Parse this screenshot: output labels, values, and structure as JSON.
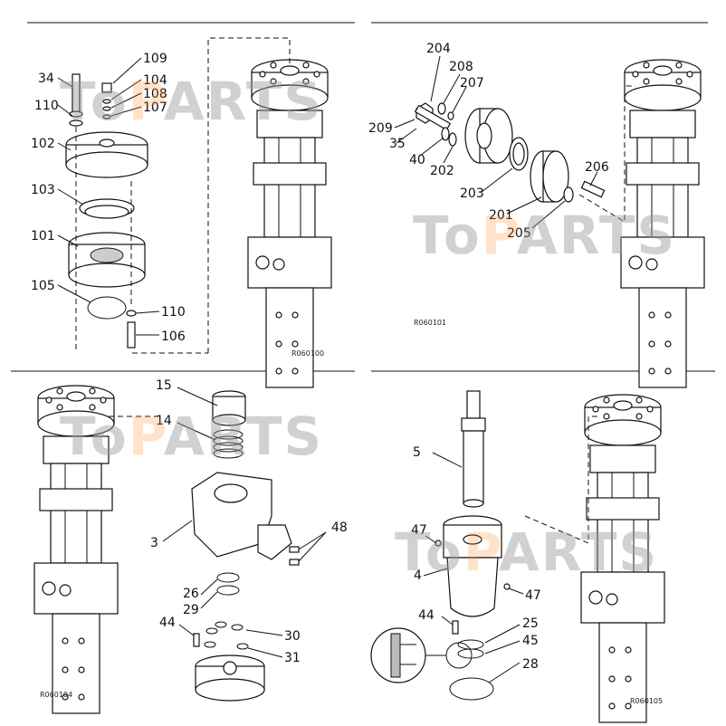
{
  "watermark": {
    "text_left": "To",
    "text_mid": "P",
    "text_right": "ARTS"
  },
  "panels": [
    {
      "id": "tl",
      "ref_code": "R060100",
      "labels": [
        "34",
        "110",
        "102",
        "103",
        "101",
        "105",
        "109",
        "104",
        "108",
        "107",
        "110",
        "106"
      ]
    },
    {
      "id": "tr",
      "ref_code": "R060101",
      "labels": [
        "204",
        "208",
        "207",
        "209",
        "35",
        "40",
        "202",
        "203",
        "201",
        "205",
        "206"
      ]
    },
    {
      "id": "bl",
      "ref_code": "R060104",
      "labels": [
        "15",
        "14",
        "3",
        "48",
        "26",
        "29",
        "44",
        "30",
        "31"
      ]
    },
    {
      "id": "br",
      "ref_code": "R060105",
      "labels": [
        "5",
        "47",
        "4",
        "47",
        "44",
        "25",
        "45",
        "28"
      ]
    }
  ]
}
